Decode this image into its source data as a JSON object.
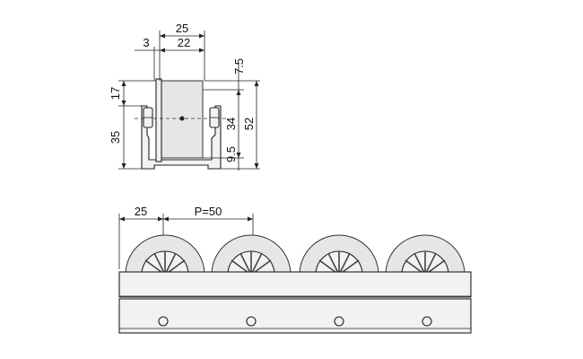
{
  "side_view": {
    "dim_overall_width": "25",
    "dim_left_offset": "3",
    "dim_wheel_width": "22",
    "dim_top_gap": "7.5",
    "dim_upper_height": "17",
    "dim_lower_height": "35",
    "dim_wheel_dia": "34",
    "dim_overall_height": "52",
    "dim_bottom_gap": "9.5"
  },
  "front_view": {
    "dim_first_offset": "25",
    "dim_pitch": "P=50",
    "wheel_count": 4,
    "hole_count": 4
  },
  "colors": {
    "line": "#222222",
    "fill": "#f2f2f2"
  }
}
